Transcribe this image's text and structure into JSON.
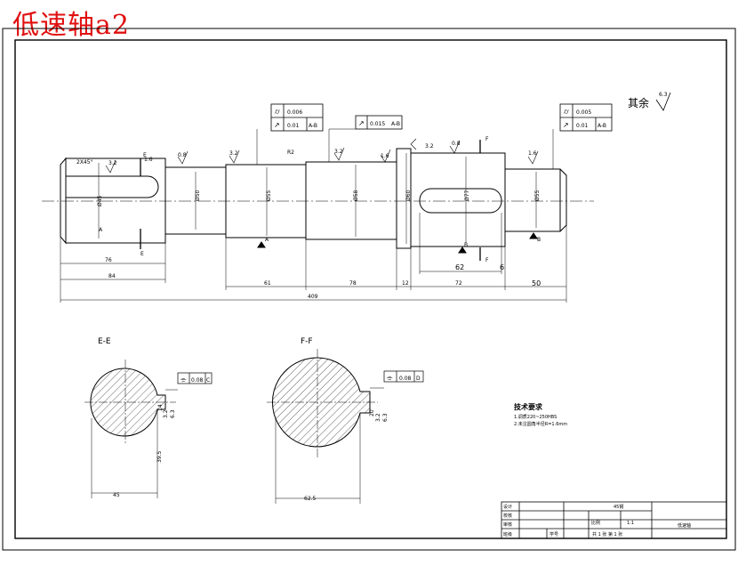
{
  "title": "低速轴a2",
  "surface_note": {
    "label": "其余",
    "value": "6.3"
  },
  "main_view": {
    "diameters": [
      "Ø45",
      "Ø50",
      "Ø55",
      "Ø58",
      "Ø60",
      "Ø77",
      "Ø55"
    ],
    "roughness": [
      "1.6",
      "3.2",
      "0.8",
      "3.2",
      "3.2",
      "1.6",
      "3.2",
      "0.8",
      "1.6"
    ],
    "chamfer": "2X45°",
    "fillet": "R2",
    "section_marks": [
      "E",
      "E",
      "F",
      "F"
    ],
    "dimensions_bottom": [
      "76",
      "84",
      "61",
      "78",
      "12",
      "72",
      "50",
      "409"
    ],
    "dimensions_key": [
      "62",
      "6"
    ],
    "datum_marks": [
      "A",
      "A",
      "B",
      "B"
    ]
  },
  "gdt_left": [
    {
      "symbol": "cylindricity",
      "value": "0.006",
      "datum": ""
    },
    {
      "symbol": "runout",
      "value": "0.01",
      "datum": "A-B"
    }
  ],
  "gdt_mid": {
    "symbol": "runout",
    "value": "0.015",
    "datum": "A-B"
  },
  "gdt_right": [
    {
      "symbol": "cylindricity",
      "value": "0.005",
      "datum": ""
    },
    {
      "symbol": "runout",
      "value": "0.01",
      "datum": "A-B"
    }
  ],
  "sections": {
    "ee": {
      "label": "E-E",
      "width_dim": "45",
      "depth_dim": "39.5",
      "key_dims": [
        "14",
        "3.2",
        "6.3"
      ],
      "tolerance": "0.08",
      "datum": "C"
    },
    "ff": {
      "label": "F-F",
      "width_dim": "62.5",
      "key_dims": [
        "20",
        "3.2",
        "6.3"
      ],
      "tolerance": "0.08",
      "datum": "D"
    }
  },
  "tech_requirements": {
    "heading": "技术要求",
    "items": [
      "1.调质220~250HBS",
      "2.未注圆角半径R=1.6mm"
    ]
  },
  "title_block": {
    "material": "45钢",
    "scale_label": "比例",
    "scale": "1:1",
    "sheet": "共 1 张  第 1 张",
    "part_name": "低速轴",
    "rows": [
      "设计",
      "校核",
      "审核",
      "班级",
      "学号"
    ]
  }
}
